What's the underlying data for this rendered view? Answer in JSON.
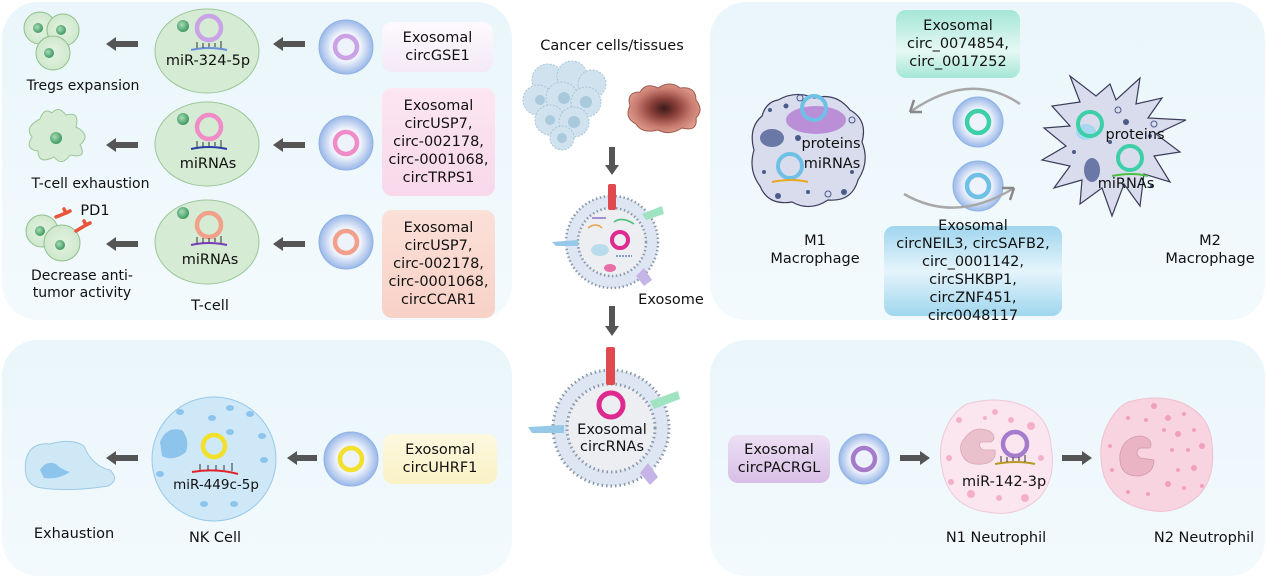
{
  "figure": {
    "center": {
      "source_label": "Cancer cells/tissues",
      "exosome_label": "Exosome",
      "circ_label_line1": "Exosomal",
      "circ_label_line2": "circRNAs"
    },
    "tcell_panel": {
      "cell_label": "T-cell",
      "rows": [
        {
          "outcome": "Tregs expansion",
          "mirna": "miR-324-5p",
          "box_lines": [
            "Exosomal",
            "circGSE1"
          ],
          "ring_color": "#c9a3e6",
          "mirna_color": "#6a8fd8",
          "box_color": "#f6eef9"
        },
        {
          "outcome": "T-cell exhaustion",
          "mirna": "miRNAs",
          "box_lines": [
            "Exosomal",
            "circUSP7,",
            "circ-002178,",
            "circ-0001068,",
            "circTRPS1"
          ],
          "ring_color": "#ef8cc8",
          "mirna_color": "#2a3fa8",
          "box_color": "#fbe3ef"
        },
        {
          "outcome_line1": "Decrease anti-",
          "outcome_line2": "tumor activity",
          "marker": "PD1",
          "mirna": "miRNAs",
          "box_lines": [
            "Exosomal",
            "circUSP7,",
            "circ-002178,",
            "circ-0001068,",
            "circCCAR1"
          ],
          "ring_color": "#f2a08a",
          "mirna_color": "#7a3ab8",
          "box_color": "#fbded6"
        }
      ]
    },
    "macrophage_panel": {
      "m1_line1": "M1",
      "m1_line2": "Macrophage",
      "m2_line1": "M2",
      "m2_line1b": "",
      "m2_line2": "Macrophage",
      "m1_inner": [
        "proteins",
        "miRNAs"
      ],
      "m2_inner": [
        "proteins",
        "miRNAs"
      ],
      "top_box_lines": [
        "Exosomal",
        "circ_0074854,",
        "circ_0017252"
      ],
      "bottom_box_lines": [
        "Exosomal",
        "circNEIL3, circSAFB2,",
        "circ_0001142, circSHKBP1,",
        "circZNF451, circ0048117"
      ],
      "top_ring_color": "#3ccfa8",
      "bottom_ring_color": "#6ec0e6"
    },
    "nk_panel": {
      "outcome": "Exhaustion",
      "cell_label": "NK Cell",
      "mirna": "miR-449c-5p",
      "box_lines": [
        "Exosomal",
        "circUHRF1"
      ],
      "ring_color": "#f2e02a",
      "mirna_color": "#e0242a"
    },
    "neutrophil_panel": {
      "box_lines": [
        "Exosomal",
        "circPACRGL"
      ],
      "mirna": "miR-142-3p",
      "n1_label": "N1 Neutrophil",
      "n2_label": "N2  Neutrophil",
      "ring_color": "#a57ccc",
      "mirna_color": "#b89a20"
    }
  }
}
